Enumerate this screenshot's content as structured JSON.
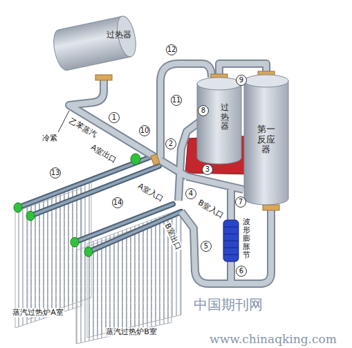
{
  "diagram": {
    "nodes": [
      {
        "text": [
          "过热器"
        ]
      },
      {
        "text": [
          "过热器"
        ]
      },
      {
        "text": [
          "第一反应器"
        ]
      }
    ],
    "edges": [
      {
        "from": 1,
        "to": 2,
        "arrow": "none"
      }
    ],
    "labels": [
      "12",
      "9",
      "11",
      "8",
      "1",
      "10",
      "2",
      "冷紧",
      "乙苯蒸汽",
      "A室出口",
      "13",
      "A室入口",
      "3",
      "7",
      "4",
      "B室入口",
      "14",
      "B室出口",
      "5",
      "波形膨胀节",
      "6",
      "蒸汽过热炉A室",
      "中国期刊网",
      "蒸汽过热炉B室",
      "www.chinaqking.com"
    ]
  }
}
